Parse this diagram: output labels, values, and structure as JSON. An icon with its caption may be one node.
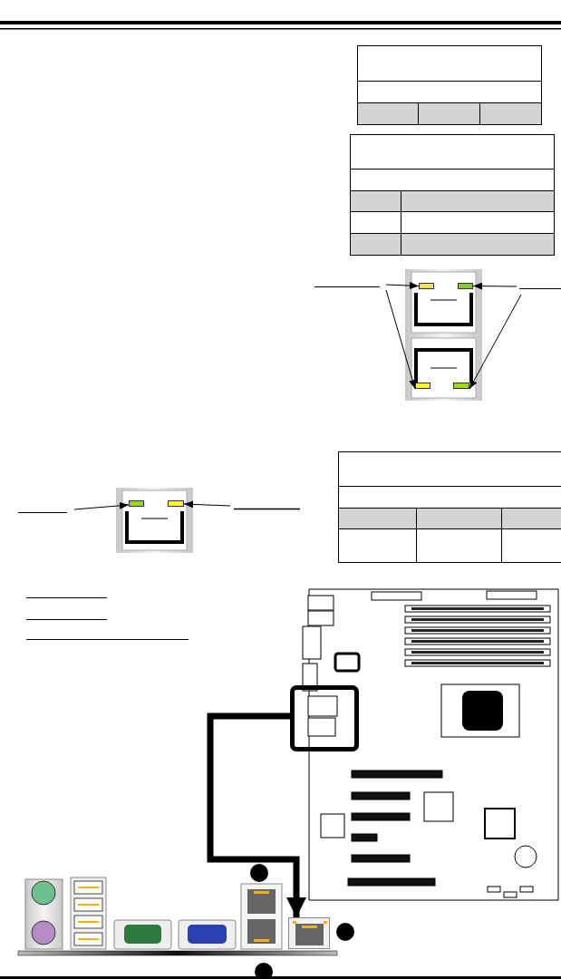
{
  "diagram": {
    "nodes": [
      {
        "text": [],
        "shape": "box"
      },
      {
        "text": [],
        "shape": "box"
      },
      {
        "text": [],
        "shape": "box"
      },
      {
        "text": [],
        "shape": "box"
      },
      {
        "text": [],
        "shape": "box"
      },
      {
        "text": [],
        "shape": "box"
      },
      {
        "text": [],
        "shape": "box"
      },
      {
        "text": [],
        "shape": "picture"
      }
    ],
    "edges": [
      {
        "from": null,
        "to": 0,
        "arrow": "to"
      },
      {
        "from": null,
        "to": 2,
        "arrow": "to"
      },
      {
        "from": null,
        "to": 1,
        "arrow": "to"
      },
      {
        "from": null,
        "to": 3,
        "arrow": "to"
      },
      {
        "from": null,
        "to": 4,
        "arrow": "to"
      },
      {
        "from": null,
        "to": 5,
        "arrow": "to"
      },
      {
        "from": 6,
        "to": 7,
        "arrow": "to",
        "style": "thick"
      }
    ]
  }
}
